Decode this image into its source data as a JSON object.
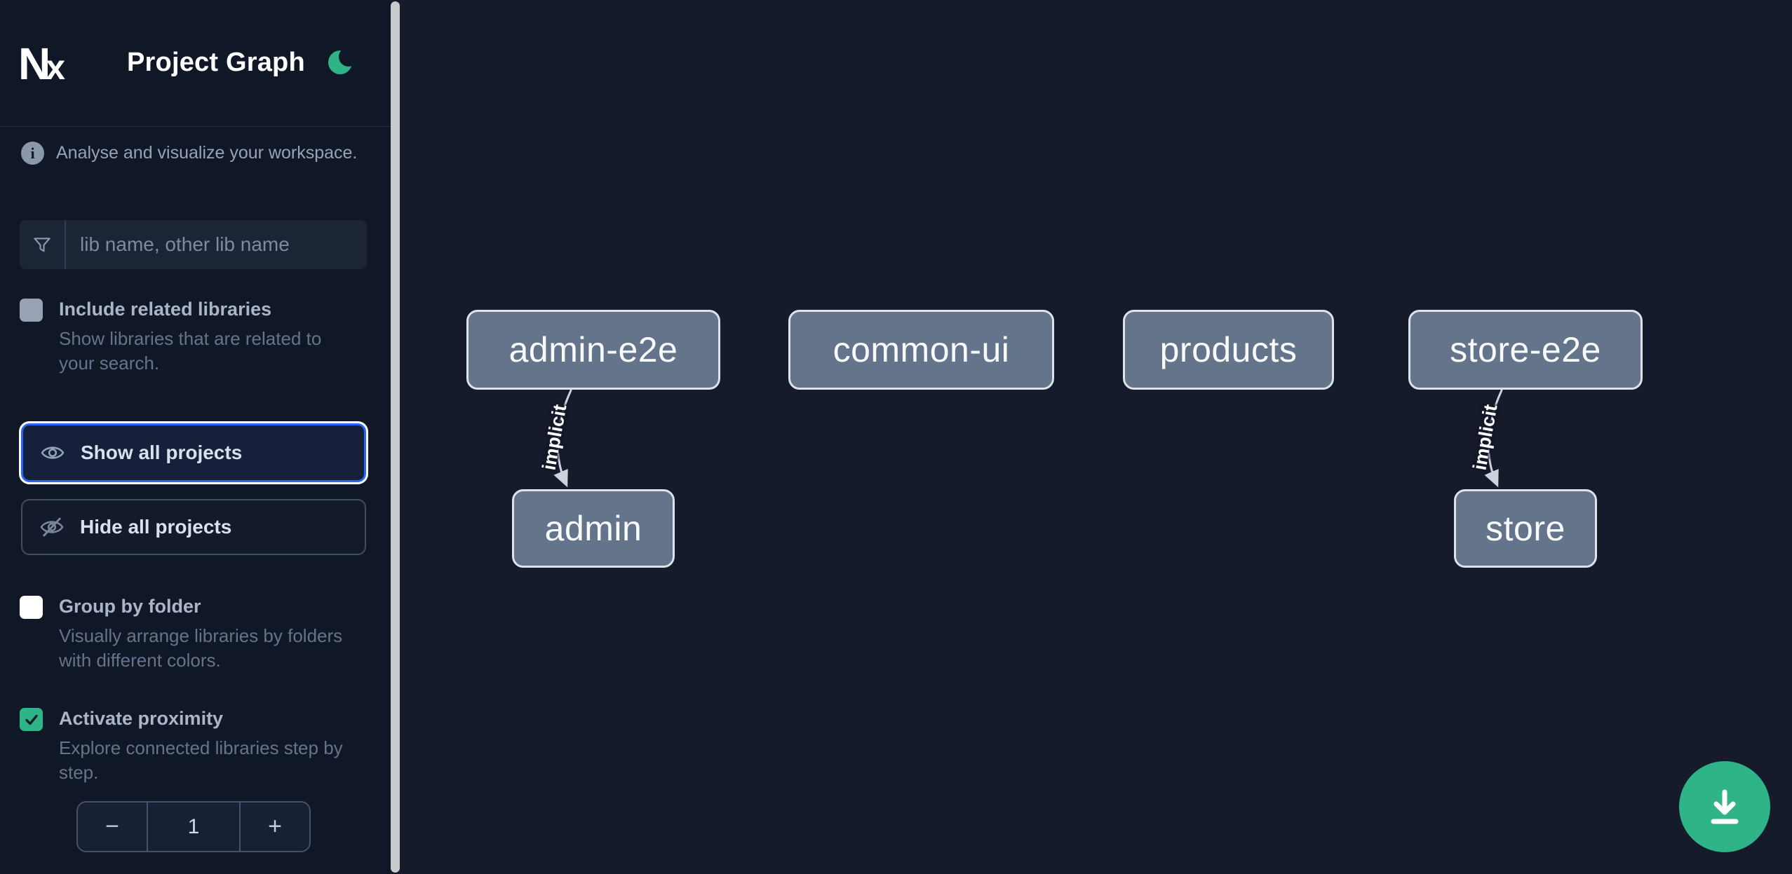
{
  "app": {
    "logo_text": "Nx",
    "title": "Project Graph",
    "theme_icon": "moon",
    "info_text": "Analyse and visualize your workspace."
  },
  "colors": {
    "sidebar_bg": "#101828",
    "canvas_bg": "#151b2b",
    "accent_green": "#2fb487",
    "focus_blue": "#2968f0",
    "node_fill": "#64748b",
    "node_border": "#dde3ea",
    "edge": "#ccd3dd"
  },
  "sidebar": {
    "filter": {
      "placeholder": "lib name, other lib name"
    },
    "include_related": {
      "label": "Include related libraries",
      "description": "Show libraries that are related to your search.",
      "checked": false
    },
    "actions": {
      "show_all": "Show all projects",
      "hide_all": "Hide all projects",
      "focused": "show_all"
    },
    "group_by_folder": {
      "label": "Group by folder",
      "description": "Visually arrange libraries by folders with different colors.",
      "checked": false
    },
    "proximity": {
      "label": "Activate proximity",
      "description": "Explore connected libraries step by step.",
      "checked": true,
      "stepper": {
        "decrement": "−",
        "value": "1",
        "increment": "+"
      }
    }
  },
  "graph": {
    "nodes": [
      {
        "label": "admin-e2e"
      },
      {
        "label": "common-ui"
      },
      {
        "label": "products"
      },
      {
        "label": "store-e2e"
      },
      {
        "label": "admin"
      },
      {
        "label": "store"
      }
    ],
    "edges": [
      {
        "from": "admin-e2e",
        "to": "admin",
        "label": "implicit",
        "type": "implicit"
      },
      {
        "from": "store-e2e",
        "to": "store",
        "label": "implicit",
        "type": "implicit"
      }
    ]
  },
  "fab": {
    "icon": "download"
  }
}
